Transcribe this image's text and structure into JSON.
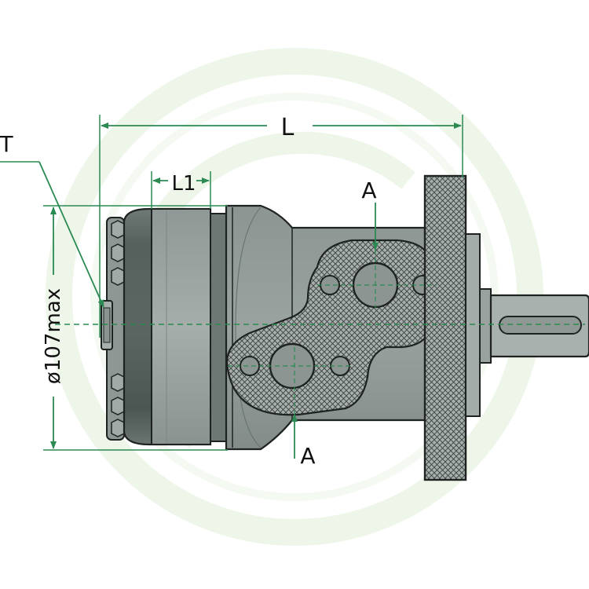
{
  "labels": {
    "length": "L",
    "segment_length": "L1",
    "port_top": "A",
    "port_bottom": "A",
    "tank_port": "T",
    "diameter": "ø107max"
  },
  "colors": {
    "body_fill": "#9aa3a0",
    "body_dark": "#4f5956",
    "body_mid": "#7f8985",
    "body_light": "#b4bcb9",
    "flange_fill": "#a9b0ad",
    "outline": "#1e2322",
    "dimension_line": "#2b8a52",
    "watermark": "#eef6ea"
  },
  "icons": {
    "watermark": "ring-watermark-icon",
    "hatch": "crosshatch-pattern"
  }
}
